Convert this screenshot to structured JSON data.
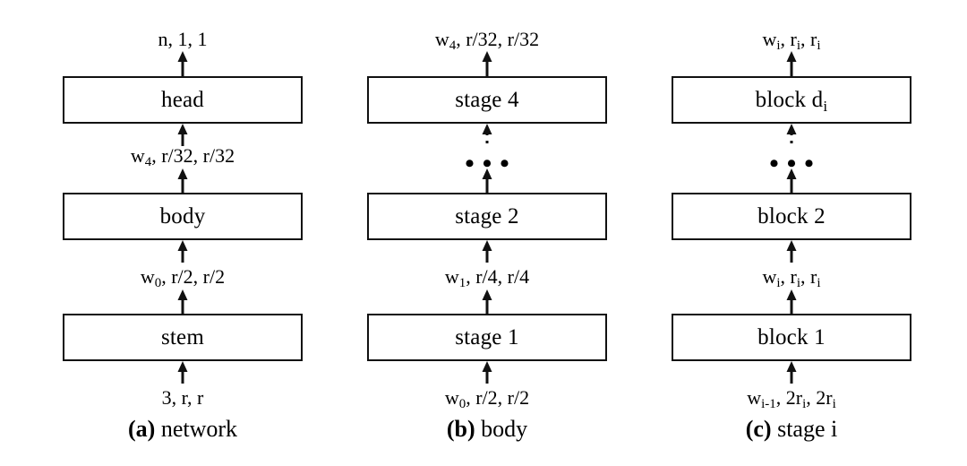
{
  "figure": {
    "background_color": "#ffffff",
    "line_color": "#111111",
    "columns": [
      {
        "id": "network",
        "caption_tag": "(a)",
        "caption_text": "network",
        "output_label": "n, 1, 1",
        "boxes": [
          {
            "label": "head"
          },
          {
            "label": "body"
          },
          {
            "label": "stem"
          }
        ],
        "upper_label": "w4, r/32, r/32",
        "upper_label_parts": {
          "base": "w",
          "sub": "4",
          "rest": ", r/32, r/32"
        },
        "lower_label": "w0, r/2, r/2",
        "lower_label_parts": {
          "base": "w",
          "sub": "0",
          "rest": ", r/2, r/2"
        },
        "input_label": "3, r, r",
        "has_ellipsis": false
      },
      {
        "id": "body",
        "caption_tag": "(b)",
        "caption_text": "body",
        "output_label": "w4, r/32, r/32",
        "output_label_parts": {
          "base": "w",
          "sub": "4",
          "rest": ", r/32, r/32"
        },
        "boxes": [
          {
            "label": "stage 4"
          },
          {
            "label": "stage 2"
          },
          {
            "label": "stage 1"
          }
        ],
        "upper_label": "",
        "lower_label": "w1, r/4, r/4",
        "lower_label_parts": {
          "base": "w",
          "sub": "1",
          "rest": ", r/4, r/4"
        },
        "input_label": "w0, r/2, r/2",
        "input_label_parts": {
          "base": "w",
          "sub": "0",
          "rest": ", r/2, r/2"
        },
        "has_ellipsis": true,
        "ellipsis": "• • •"
      },
      {
        "id": "stage-i",
        "caption_tag": "(c)",
        "caption_text": "stage i",
        "output_label": "wi, ri, ri",
        "boxes": [
          {
            "label": "block d",
            "sub": "i"
          },
          {
            "label": "block 2"
          },
          {
            "label": "block 1"
          }
        ],
        "upper_label": "",
        "lower_label": "wi, ri, ri",
        "input_label": "wi-1, 2ri, 2ri",
        "has_ellipsis": true,
        "ellipsis": "• • •"
      }
    ]
  },
  "col_a": {
    "out_label": "n, 1, 1",
    "box_top": "head",
    "upper_w": "w",
    "upper_sub": "4",
    "upper_rest": ", r/32, r/32",
    "box_mid": "body",
    "lower_w": "w",
    "lower_sub": "0",
    "lower_rest": ", r/2, r/2",
    "box_bottom": "stem",
    "in_label": "3, r, r",
    "caption_tag": "(a)",
    "caption_text": " network"
  },
  "col_b": {
    "out_w": "w",
    "out_sub": "4",
    "out_rest": ", r/32, r/32",
    "box_top": "stage 4",
    "ellipsis": "•••",
    "box_mid": "stage 2",
    "lower_w": "w",
    "lower_sub": "1",
    "lower_rest": ", r/4, r/4",
    "box_bottom": "stage 1",
    "in_w": "w",
    "in_sub": "0",
    "in_rest": ", r/2, r/2",
    "caption_tag": "(b)",
    "caption_text": " body"
  },
  "col_c": {
    "out_w": "w",
    "out_sub1": "i",
    "out_mid": ", r",
    "out_sub2": "i",
    "out_mid2": ", r",
    "out_sub3": "i",
    "box_top_text": "block d",
    "box_top_sub": "i",
    "ellipsis": "•••",
    "box_mid": "block 2",
    "lower_w": "w",
    "lower_sub1": "i",
    "lower_mid": ", r",
    "lower_sub2": "i",
    "lower_mid2": ", r",
    "lower_sub3": "i",
    "box_bottom": "block 1",
    "in_w": "w",
    "in_sub1": "i-1",
    "in_mid": ", 2r",
    "in_sub2": "i",
    "in_mid2": ", 2r",
    "in_sub3": "i",
    "caption_tag": "(c)",
    "caption_text": " stage i"
  }
}
